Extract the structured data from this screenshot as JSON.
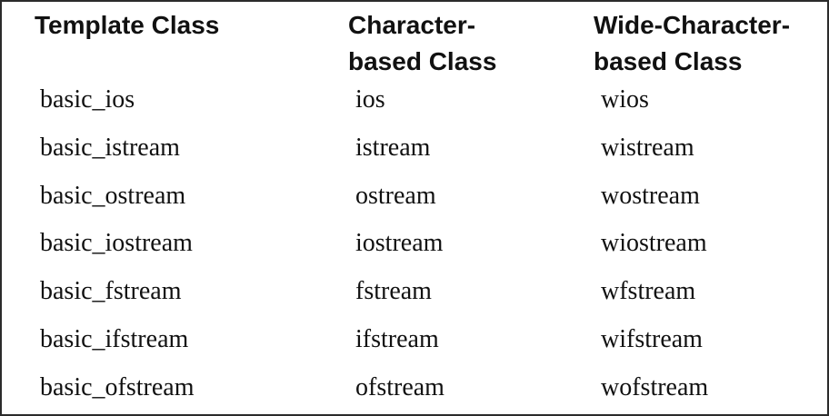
{
  "table": {
    "headers": [
      [
        "Template Class"
      ],
      [
        "Character-",
        "based Class"
      ],
      [
        "Wide-Character-",
        "based Class"
      ]
    ],
    "rows": [
      [
        "basic_ios",
        "ios",
        "wios"
      ],
      [
        "basic_istream",
        "istream",
        "wistream"
      ],
      [
        "basic_ostream",
        "ostream",
        "wostream"
      ],
      [
        "basic_iostream",
        "iostream",
        "wiostream"
      ],
      [
        "basic_fstream",
        "fstream",
        "wfstream"
      ],
      [
        "basic_ifstream",
        "ifstream",
        "wifstream"
      ],
      [
        "basic_ofstream",
        "ofstream",
        "wofstream"
      ]
    ]
  }
}
